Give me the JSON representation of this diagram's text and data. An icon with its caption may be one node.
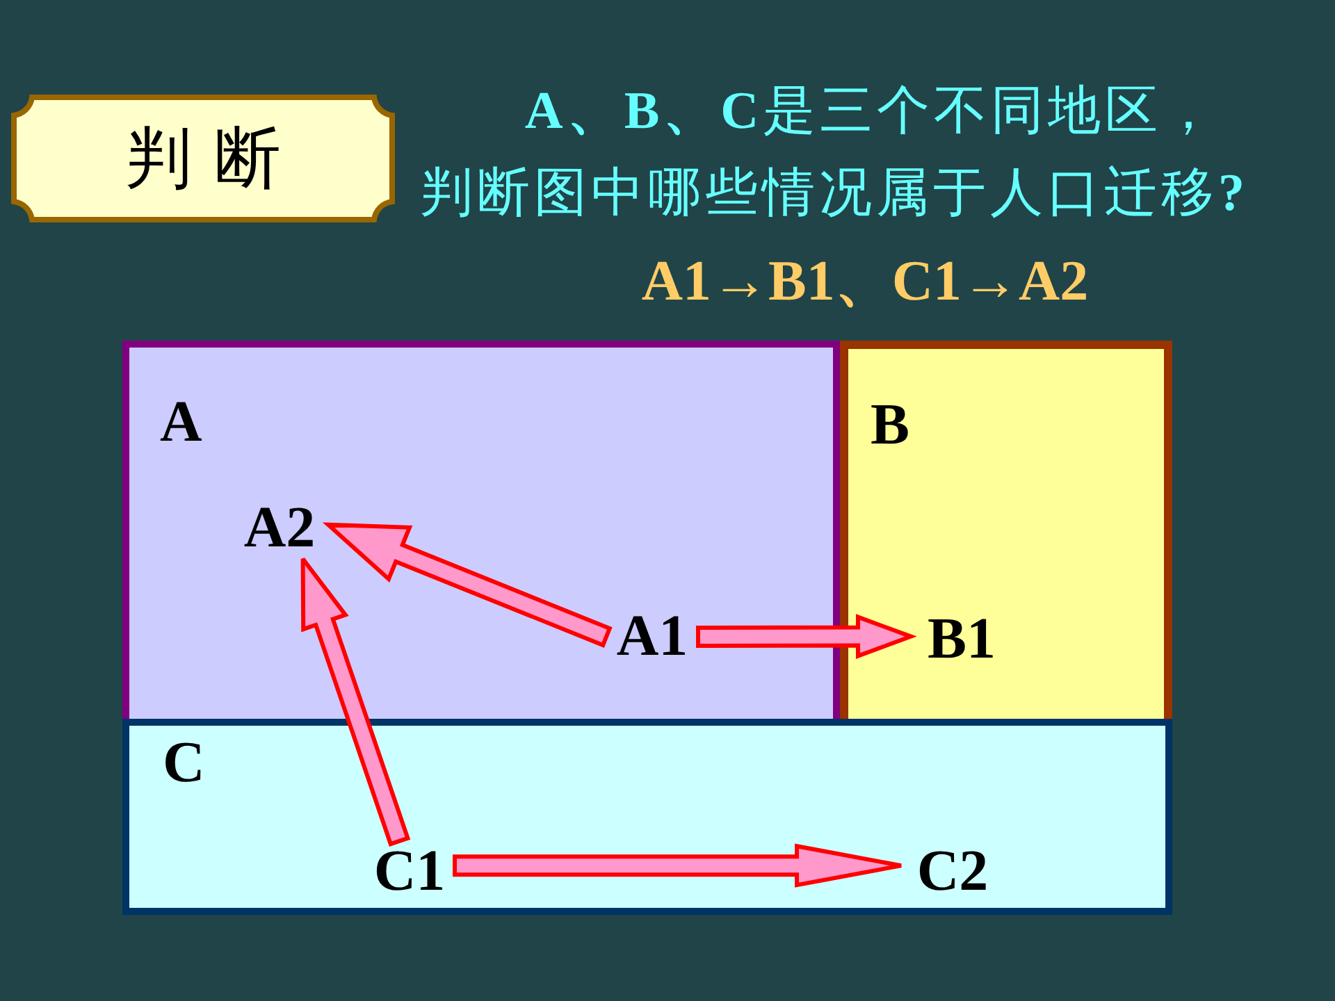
{
  "diagram": {
    "title": "**A、B、C**是三个不同地区，判断图中哪些情况属于人口迁移**?**",
    "nodes": [
      {
        "text": [
          "判断"
        ]
      },
      {
        "text": [
          "A"
        ]
      },
      {
        "text": [
          "B"
        ]
      },
      {
        "text": [
          "C"
        ]
      },
      {
        "text": [
          "A2"
        ],
        "in": 1
      },
      {
        "text": [
          "A1"
        ],
        "in": 1
      },
      {
        "text": [
          "B1"
        ],
        "in": 2
      },
      {
        "text": [
          "C1"
        ],
        "in": 3
      },
      {
        "text": [
          "C2"
        ],
        "in": 3
      }
    ],
    "edges": [
      {
        "from": 5,
        "to": 4,
        "arrow": "to"
      },
      {
        "from": 5,
        "to": 6,
        "arrow": "to"
      },
      {
        "from": 7,
        "to": 4,
        "arrow": "to"
      },
      {
        "from": 7,
        "to": 8,
        "arrow": "to"
      }
    ],
    "labels": [
      "A1→B1、C1→A2"
    ]
  }
}
